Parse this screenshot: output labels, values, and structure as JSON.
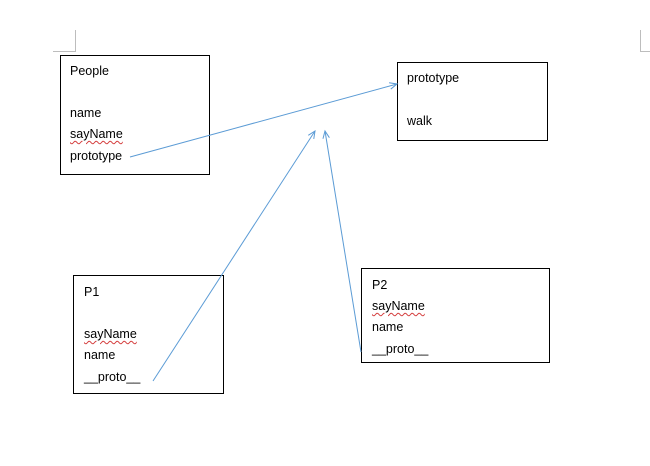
{
  "boxes": {
    "people": {
      "title": "People",
      "lines": [
        "name",
        "sayName",
        "prototype"
      ]
    },
    "prototype": {
      "title": "prototype",
      "lines": [
        "walk"
      ]
    },
    "p1": {
      "title": "P1",
      "lines": [
        "sayName",
        "name",
        "__proto__"
      ]
    },
    "p2": {
      "title": "P2",
      "lines": [
        "sayName",
        "name",
        "__proto__"
      ]
    }
  },
  "colors": {
    "arrow": "#5b9bd5",
    "spellcheck": "#d43c3c",
    "border": "#000000"
  }
}
